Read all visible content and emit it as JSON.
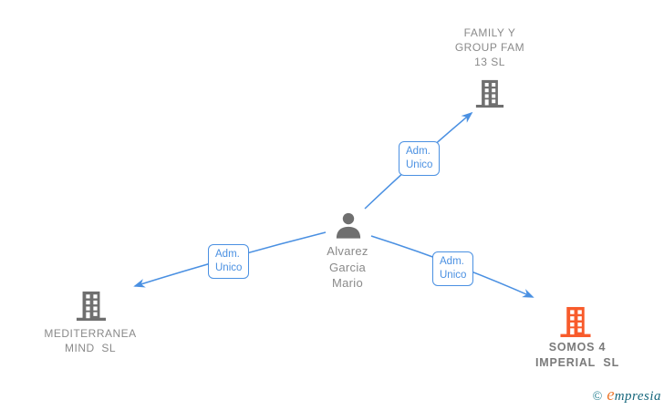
{
  "diagram": {
    "person": {
      "name": "Alvarez\nGarcia\nMario",
      "icon_color": "#6f6f6f"
    },
    "companies": [
      {
        "name": "FAMILY Y\nGROUP FAM\n13 SL",
        "icon_color": "#6f6f6f"
      },
      {
        "name": "MEDITERRANEA\nMIND  SL",
        "icon_color": "#6f6f6f"
      },
      {
        "name": "SOMOS 4\nIMPERIAL  SL",
        "icon_color": "#f85b2b"
      }
    ],
    "edges": [
      {
        "from": "Alvarez Garcia Mario",
        "to": "FAMILY Y GROUP FAM 13 SL",
        "label": "Adm.\nUnico"
      },
      {
        "from": "Alvarez Garcia Mario",
        "to": "MEDITERRANEA MIND SL",
        "label": "Adm.\nUnico"
      },
      {
        "from": "Alvarez Garcia Mario",
        "to": "SOMOS 4 IMPERIAL SL",
        "label": "Adm.\nUnico"
      }
    ],
    "edge_color": "#4a90e2"
  },
  "watermark": {
    "copyright_symbol": "©",
    "brand_initial": "e",
    "brand_rest": "mpresia"
  },
  "colors": {
    "label_gray": "#8a8a8a",
    "icon_gray": "#6f6f6f",
    "highlight_orange": "#f85b2b",
    "link_blue": "#4a90e2",
    "brand_teal": "#1c7a8c",
    "brand_orange": "#ee7c33"
  }
}
